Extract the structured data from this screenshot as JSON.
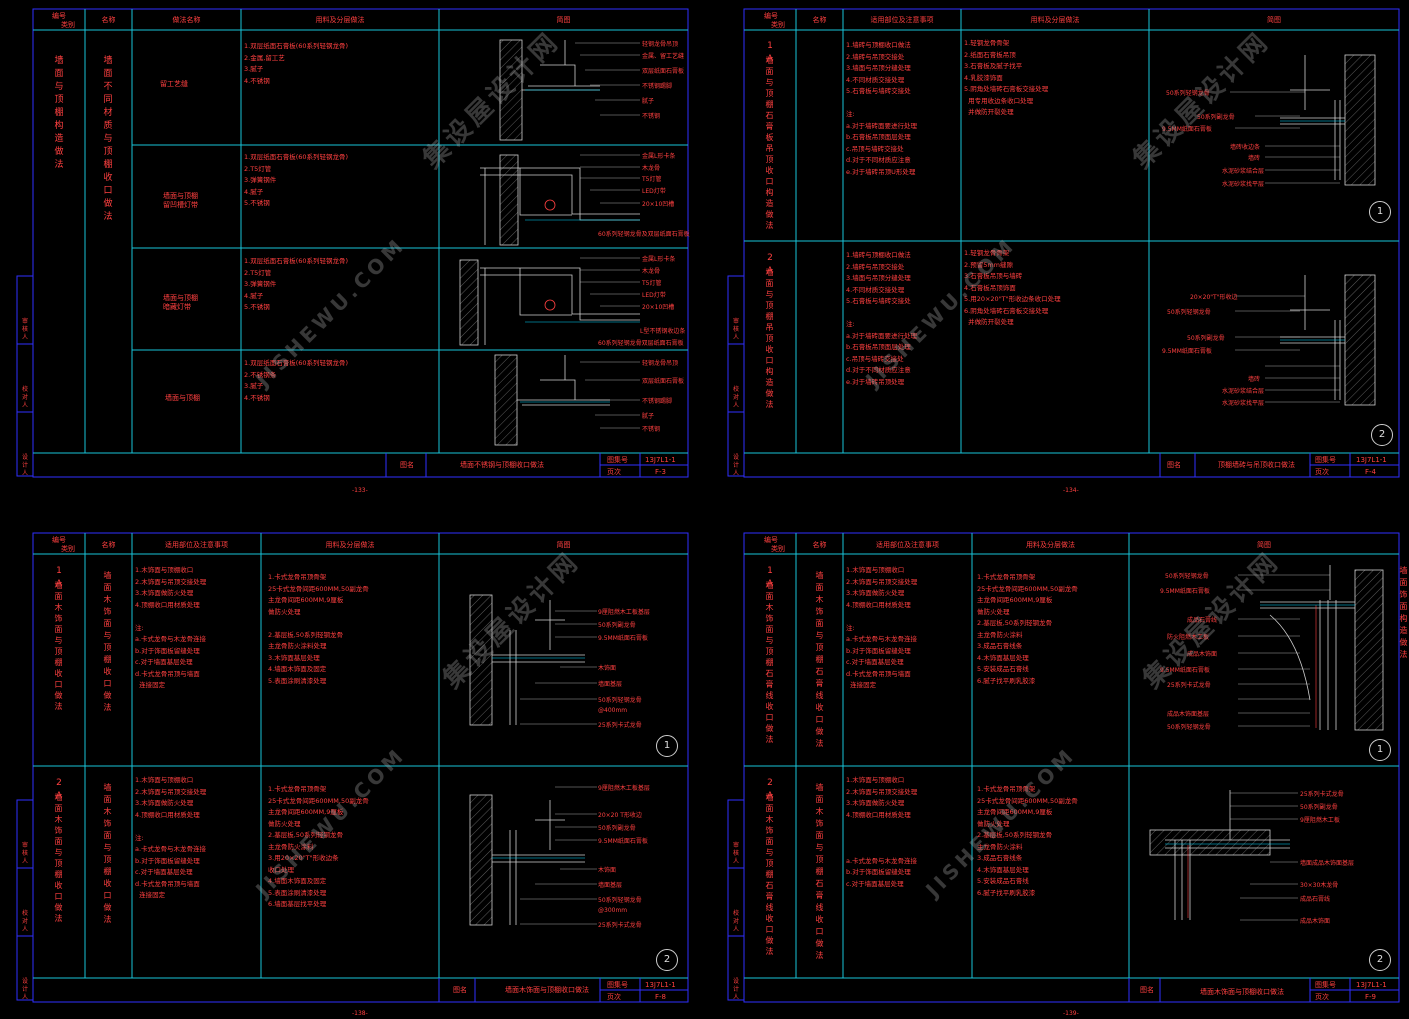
{
  "colors": {
    "frame": "#2f2fff",
    "grid": "#19c3d9",
    "text": "#ff4040",
    "detail": "#cfcfcf",
    "accent": "#00d9ff"
  },
  "sheets": [
    {
      "header": {
        "num": "编号",
        "cat": "类别",
        "name": "名称",
        "method": "做法名称",
        "mat": "用料及分层做法",
        "fig": "简图"
      },
      "vertical_category": "墙面与顶棚构造做法",
      "vertical_name": "墙面不同材质与顶棚收口做法",
      "rows": [
        {
          "title": "留工艺缝",
          "notes": "1.双层纸面石膏板(60系列轻钢龙骨)\n2.金属,留工艺\n3.腻子\n4.不锈钢",
          "labels": [
            "轻钢龙骨吊顶",
            "金属、留工艺缝",
            "双层纸面石膏板",
            "不锈钢踢脚",
            "腻子",
            "不锈钢"
          ]
        },
        {
          "title": "墙面与顶棚\n留凹槽灯带",
          "notes": "1.双层纸面石膏板(60系列轻钢龙骨)\n2.T5灯管\n3.弹簧钢件\n4.腻子\n5.不锈钢",
          "labels": [
            "金属L形卡条",
            "木龙骨",
            "T5灯管",
            "LED灯带",
            "20×10凹槽",
            "60系列轻钢龙骨及双层纸面石膏板"
          ]
        },
        {
          "title": "墙面与顶棚\n暗藏灯带",
          "notes": "1.双层纸面石膏板(60系列轻钢龙骨)\n2.T5灯管\n3.弹簧钢件\n4.腻子\n5.不锈钢",
          "labels": [
            "金属L形卡条",
            "木龙骨",
            "T5灯管",
            "LED灯带",
            "20×10凹槽",
            "L型不锈钢收边条",
            "60系列轻钢龙骨双层纸面石膏板"
          ]
        },
        {
          "title": "墙面与顶棚",
          "notes": "1.双层纸面石膏板(60系列轻钢龙骨)\n2.不锈钢条\n3.腻子\n4.不锈钢",
          "labels": [
            "轻钢龙骨吊顶",
            "双层纸面石膏板",
            "不锈钢踢脚",
            "腻子",
            "不锈钢"
          ]
        }
      ],
      "title_block": {
        "figname_label": "图名",
        "figname": "墙面不锈钢与顶棚收口做法",
        "atlas_label": "图集号",
        "atlas": "13J7L1-1",
        "page_label": "页次",
        "page": "F-3"
      },
      "side_labels": [
        "审核人",
        "校对人",
        "设计人"
      ],
      "page_number": "-133-"
    },
    {
      "header": {
        "num": "编号",
        "cat": "类别",
        "name": "名称",
        "method": "适用部位及注意事项",
        "mat": "用料及分层做法",
        "fig": "简图"
      },
      "rows": [
        {
          "id": "1A",
          "name": "墙面与顶棚石膏板吊顶收口构造做法",
          "notes": "1.墙砖与顶棚收口做法\n2.墙砖与吊顶交接处\n3.墙面与吊顶分缝处理\n4.不同材质交接处理\n5.石膏板与墙砖交接处\n\n注:\na.对于墙砖面要进行处理\nb.石膏板吊顶面层处理\nc.吊顶与墙砖交接处\nd.对于不同材质应注意\ne.对于墙砖吊顶U形处理",
          "materials": "1.轻钢龙骨骨架\n2.纸面石膏板吊顶\n3.石膏板及腻子找平\n4.乳胶漆饰面\n5.阴角处墙砖石膏板交接处理\n  用专用收边条收口处理\n  并做防开裂处理",
          "labels": [
            "50系列轻钢龙骨",
            "50系列副龙骨",
            "9.5MM纸面石膏板",
            "墙砖收边条",
            "墙砖",
            "水泥砂浆结合层",
            "水泥砂浆找平层"
          ],
          "circle": "1"
        },
        {
          "id": "2A",
          "name": "墙面与顶棚吊顶收口构造做法",
          "notes": "1.墙砖与顶棚收口做法\n2.墙砖与吊顶交接处\n3.墙面与吊顶分缝处理\n4.不同材质交接处理\n5.石膏板与墙砖交接处\n\n注:\na.对于墙砖面要进行处理\nb.石膏板吊顶面层处理\nc.吊顶与墙砖交接处\nd.对于不同材质应注意\ne.对于墙砖吊顶处理",
          "materials": "1.轻钢龙骨骨架\n2.预留5mm缝隙\n3.石膏板吊顶与墙砖\n4.石膏板吊顶饰面\n5.用20×20\"T\"形收边条收口处理\n6.阴角处墙砖石膏板交接处理\n  并做防开裂处理",
          "labels": [
            "20×20\"T\"形收边",
            "50系列轻钢龙骨",
            "50系列副龙骨",
            "9.5MM纸面石膏板",
            "墙砖",
            "水泥砂浆结合层",
            "水泥砂浆找平层"
          ],
          "circle": "2"
        }
      ],
      "title_block": {
        "figname_label": "图名",
        "figname": "顶棚墙砖与吊顶收口做法",
        "atlas_label": "图集号",
        "atlas": "13J7L1-1",
        "page_label": "页次",
        "page": "F-4"
      },
      "side_labels": [
        "审核人",
        "校对人",
        "设计人"
      ],
      "page_number": "-134-"
    },
    {
      "header": {
        "num": "编号",
        "cat": "类别",
        "name": "名称",
        "method": "适用部位及注意事项",
        "mat": "用料及分层做法",
        "fig": "简图"
      },
      "rows": [
        {
          "id": "1A",
          "name": "墙面木饰面与顶棚收口做法",
          "notes": "1.木饰面与顶棚收口\n2.木饰面与吊顶交接处理\n3.木饰面做防火处理\n4.顶棚收口用材质处理\n\n注:\na.卡式龙骨与木龙骨连接\nb.对于饰面板留缝处理\nc.对于墙面基层处理\nd.卡式龙骨吊顶与墙面\n  连接固定",
          "materials": "1.卡式龙骨吊顶骨架\n25卡式龙骨间距600MM,50副龙骨\n主龙骨间距600MM,9厘板\n做防火处理\n\n2.基层板,50系列轻钢龙骨\n主龙骨防火涂料处理\n3.木饰面基层处理\n4.墙面木饰面及固定\n5.表面涂刷清漆处理",
          "labels": [
            "9厘阻燃木工板基层",
            "50系列副龙骨",
            "9.5MM纸面石膏板",
            "木饰面",
            "墙面基层",
            "50系列轻钢龙骨",
            "@400mm",
            "25系列卡式龙骨"
          ],
          "circle": "1"
        },
        {
          "id": "2A",
          "name": "墙面木饰面与顶棚收口做法",
          "notes": "1.木饰面与顶棚收口\n2.木饰面与吊顶交接处理\n3.木饰面做防火处理\n4.顶棚收口用材质处理\n\n注:\na.卡式龙骨与木龙骨连接\nb.对于饰面板留缝处理\nc.对于墙面基层处理\nd.卡式龙骨吊顶与墙面\n  连接固定",
          "materials": "1.卡式龙骨吊顶骨架\n25卡式龙骨间距600MM,50副龙骨\n主龙骨间距600MM,9厘板\n做防火处理\n2.基层板,50系列轻钢龙骨\n主龙骨防火涂料\n3.用20×20\"T\"形收边条\n收口处理\n4.墙面木饰面及固定\n5.表面涂刷清漆处理\n6.墙面基层找平处理",
          "labels": [
            "9厘阻燃木工板基层",
            "20×20 T形收边",
            "50系列副龙骨",
            "9.5MM纸面石膏板",
            "木饰面",
            "墙面基层",
            "50系列轻钢龙骨",
            "@300mm",
            "25系列卡式龙骨"
          ],
          "circle": "2"
        }
      ],
      "title_block": {
        "figname_label": "图名",
        "figname": "墙面木饰面与顶棚收口做法",
        "atlas_label": "图集号",
        "atlas": "13J7L1-1",
        "page_label": "页次",
        "page": "F-8"
      },
      "side_labels": [
        "审核人",
        "校对人",
        "设计人"
      ],
      "page_number": "-138-"
    },
    {
      "header": {
        "num": "编号",
        "cat": "类别",
        "name": "名称",
        "method": "适用部位及注意事项",
        "mat": "用料及分层做法",
        "fig": "简图"
      },
      "vertical_category": "墙面饰面构造做法",
      "rows": [
        {
          "id": "1A",
          "name": "墙面木饰面与顶棚石膏线收口做法",
          "notes": "1.木饰面与顶棚收口\n2.木饰面与吊顶交接处理\n3.木饰面做防火处理\n4.顶棚收口用材质处理\n\n注:\na.卡式龙骨与木龙骨连接\nb.对于饰面板留缝处理\nc.对于墙面基层处理\nd.卡式龙骨吊顶与墙面\n  连接固定",
          "materials": "1.卡式龙骨吊顶骨架\n25卡式龙骨间距600MM,50副龙骨\n主龙骨间距600MM,9厘板\n做防火处理\n2.基层板,50系列轻钢龙骨\n主龙骨防火涂料\n3.成品石膏线条\n4.木饰面基层处理\n5.安装成品石膏线\n6.腻子找平刷乳胶漆",
          "labels": [
            "50系列轻钢龙骨",
            "9.5MM纸面石膏板",
            "成品石膏线",
            "防火阻燃木工板",
            "成品木饰面",
            "9.5MM纸面石膏板",
            "25系列卡式龙骨",
            "成品木饰面基层",
            "50系列轻钢龙骨"
          ],
          "circle": "1"
        },
        {
          "id": "2A",
          "name": "墙面木饰面与顶棚石膏线收口做法",
          "notes": "1.木饰面与顶棚收口\n2.木饰面与吊顶交接处理\n3.木饰面做防火处理\n4.顶棚收口用材质处理\n\n\n\na.卡式龙骨与木龙骨连接\nb.对于饰面板留缝处理\nc.对于墙面基层处理",
          "materials": "1.卡式龙骨吊顶骨架\n25卡式龙骨间距600MM,50副龙骨\n主龙骨间距600MM,9厘板\n做防火处理\n2.基层板,50系列轻钢龙骨\n主龙骨防火涂料\n3.成品石膏线条\n4.木饰面基层处理\n5.安装成品石膏线\n6.腻子找平刷乳胶漆",
          "labels": [
            "25系列卡式龙骨",
            "50系列副龙骨",
            "9厘阻燃木工板",
            "墙面成品木饰面基层",
            "30×30木龙骨",
            "成品石膏线",
            "成品木饰面"
          ],
          "circle": "2"
        }
      ],
      "title_block": {
        "figname_label": "图名",
        "figname": "墙面木饰面与顶棚收口做法",
        "atlas_label": "图集号",
        "atlas": "13J7L1-1",
        "page_label": "页次",
        "page": "F-9"
      },
      "side_labels": [
        "审核人",
        "校对人",
        "设计人"
      ],
      "page_number": "-139-"
    }
  ],
  "watermark": {
    "cn": "集设屋设计网",
    "en": "JISHEWU.COM"
  }
}
